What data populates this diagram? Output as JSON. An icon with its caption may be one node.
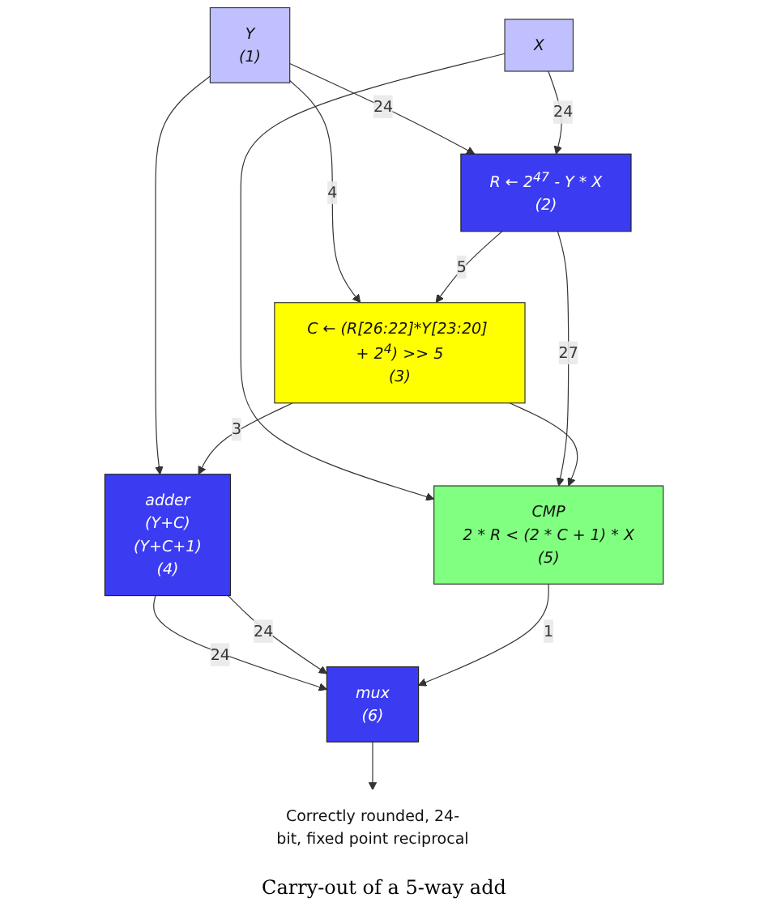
{
  "diagram": {
    "nodes": [
      {
        "text": [
          "Y",
          "(1)"
        ]
      },
      {
        "text": [
          "X"
        ]
      },
      {
        "text": [
          "R ← 2$^{47}$ - Y * X",
          "(2)"
        ]
      },
      {
        "text": [
          "C ← (R[26:22]*Y[23:20] + 2$^{4}$) >> 5",
          "(3)"
        ]
      },
      {
        "text": [
          "adder",
          "(Y+C)",
          "(Y+C+1)",
          "(4)"
        ]
      },
      {
        "text": [
          "CMP",
          "2 * R < (2 * C + 1) * X",
          "(5)"
        ]
      },
      {
        "text": [
          "mux",
          "(6)"
        ]
      },
      {
        "text": [
          "Correctly rounded, 24-bit, fixed point reciprocal"
        ]
      }
    ],
    "edges": [
      {
        "from": 0,
        "to": 2,
        "arrow": "to",
        "label": "24"
      },
      {
        "from": 0,
        "to": 3,
        "arrow": "to",
        "label": "4"
      },
      {
        "from": 0,
        "to": 4,
        "arrow": "to"
      },
      {
        "from": 1,
        "to": 2,
        "arrow": "to",
        "label": "24"
      },
      {
        "from": 1,
        "to": 5,
        "arrow": "to"
      },
      {
        "from": 2,
        "to": 3,
        "arrow": "to",
        "label": "5"
      },
      {
        "from": 2,
        "to": 5,
        "arrow": "to",
        "label": "27"
      },
      {
        "from": 3,
        "to": 4,
        "arrow": "to",
        "label": "3"
      },
      {
        "from": 3,
        "to": 5,
        "arrow": "to"
      },
      {
        "from": 4,
        "to": 6,
        "arrow": "to",
        "label": "24"
      },
      {
        "from": 4,
        "to": 6,
        "arrow": "to",
        "label": "24"
      },
      {
        "from": 5,
        "to": 6,
        "arrow": "to",
        "label": "1"
      },
      {
        "from": 6,
        "to": 7,
        "arrow": "to"
      }
    ],
    "labels": [
      "Carry-out of a 5-way add"
    ]
  }
}
